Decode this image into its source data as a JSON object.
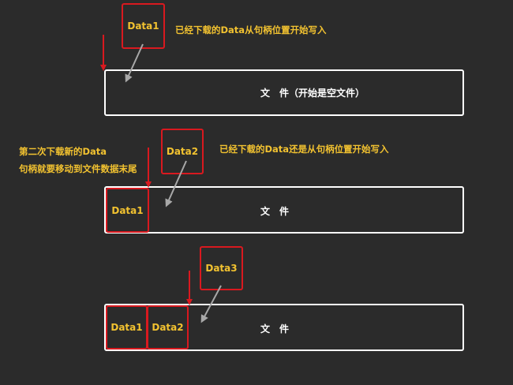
{
  "step1": {
    "incoming": "Data1",
    "note": "已经下载的Data从句柄位置开始写入",
    "file_label": "文　件（开始是空文件）"
  },
  "step2": {
    "incoming": "Data2",
    "note": "已经下载的Data还是从句柄位置开始写入",
    "side_note_line1": "第二次下载新的Data",
    "side_note_line2": "句柄就要移动到文件数据末尾",
    "stored": [
      "Data1"
    ],
    "file_label": "文　件"
  },
  "step3": {
    "incoming": "Data3",
    "stored": [
      "Data1",
      "Data2"
    ],
    "file_label": "文　件"
  },
  "colors": {
    "background": "#2b2b2b",
    "file_border": "#ffffff",
    "block_border": "#d9191f",
    "handle_arrow": "#d9191f",
    "write_arrow": "#a8a8a8",
    "text_yellow": "#f2c230"
  }
}
